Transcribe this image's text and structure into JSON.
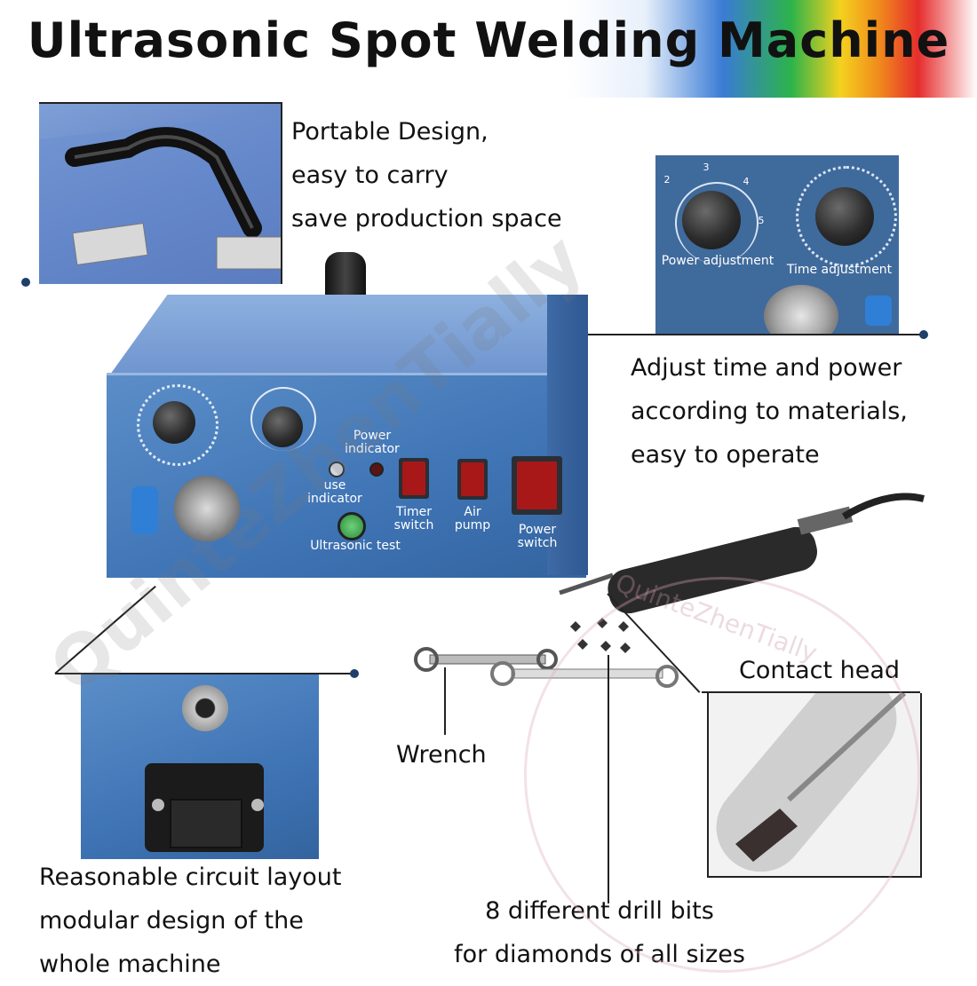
{
  "header": {
    "title": "Ultrasonic Spot Welding Machine"
  },
  "captions": {
    "portable": [
      "Portable Design,",
      "easy to carry",
      "save production space"
    ],
    "adjust": [
      "Adjust time and power",
      "according to materials,",
      "easy to operate"
    ],
    "circuit": [
      "Reasonable circuit layout",
      "modular design of the",
      "whole machine"
    ],
    "drill": [
      "8 different drill bits",
      "for diamonds of all sizes"
    ],
    "wrench": "Wrench",
    "contact_head": "Contact head"
  },
  "adjust_panel": {
    "power_label": "Power adjustment",
    "time_label": "Time adjustment",
    "power_ticks": [
      "2",
      "3",
      "4",
      "5"
    ]
  },
  "front_panel": {
    "power_indicator": [
      "Power",
      "indicator"
    ],
    "use_indicator": [
      "use",
      "indicator"
    ],
    "ultrasonic_test": "Ultrasonic test",
    "timer_switch": [
      "Timer",
      "switch"
    ],
    "air_pump": [
      "Air",
      "pump"
    ],
    "power_switch": [
      "Power",
      "switch"
    ]
  },
  "watermark": {
    "text": "QuinteZhenTially"
  },
  "colors": {
    "machine_blue": "#4a7fbf",
    "switch_red": "#a81818",
    "test_button_green": "#3aa64a"
  }
}
